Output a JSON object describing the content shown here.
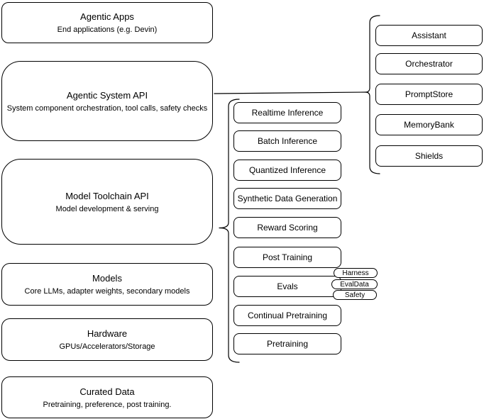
{
  "colors": {
    "stroke": "#000000",
    "fill": "#ffffff",
    "text": "#000000",
    "background": "#ffffff"
  },
  "left_stack": {
    "items": [
      {
        "title": "Agentic Apps",
        "subtitle": "End applications (e.g. Devin)"
      },
      {
        "title": "Agentic System API",
        "subtitle": "System component orchestration, tool calls, safety checks"
      },
      {
        "title": "Model Toolchain API",
        "subtitle": "Model development & serving"
      },
      {
        "title": "Models",
        "subtitle": "Core LLMs, adapter weights, secondary models"
      },
      {
        "title": "Hardware",
        "subtitle": "GPUs/Accelerators/Storage"
      },
      {
        "title": "Curated Data",
        "subtitle": "Pretraining, preference, post training."
      }
    ]
  },
  "toolchain_group": {
    "items": [
      "Realtime Inference",
      "Batch Inference",
      "Quantized Inference",
      "Synthetic Data Generation",
      "Reward Scoring",
      "Post Training",
      "Evals",
      "Continual Pretraining",
      "Pretraining"
    ]
  },
  "eval_tags": {
    "items": [
      "Harness",
      "EvalData",
      "Safety"
    ]
  },
  "system_group": {
    "items": [
      "Assistant",
      "Orchestrator",
      "PromptStore",
      "MemoryBank",
      "Shields"
    ]
  }
}
